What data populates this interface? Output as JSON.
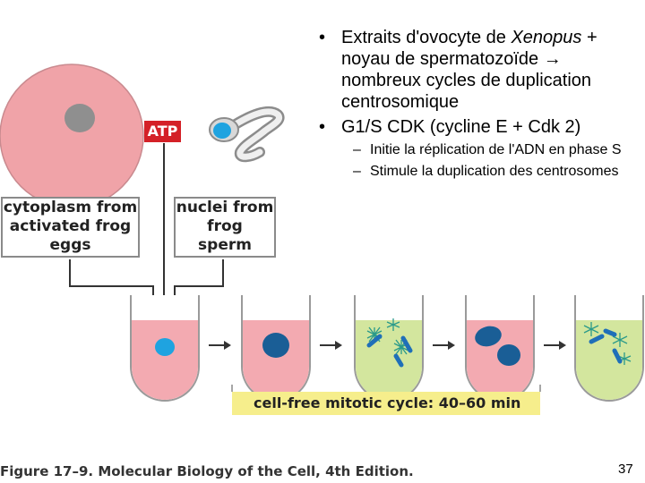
{
  "bullets": {
    "b1": {
      "text": "Extraits d'ovocyte de ",
      "italic": "Xenopus",
      "text2": " + noyau de spermatozoïde → nombreux cycles de duplication centrosomique"
    },
    "b2": "G1/S CDK (cycline E + Cdk 2)",
    "sub1": "Initie la réplication de l'ADN en phase S",
    "sub2": "Stimule la duplication des centrosomes"
  },
  "labels": {
    "cytoplasm": [
      "cytoplasm from",
      "activated  frog",
      "eggs"
    ],
    "nuclei": [
      "nuclei from",
      "frog",
      "sperm"
    ],
    "atp": "ATP"
  },
  "cycle_bar": "cell-free mitotic cycle: 40–60 min",
  "caption": "Figure 17–9. Molecular Biology of the Cell, 4th Edition.",
  "page_number": "37",
  "colors": {
    "egg": "#f0a3a8",
    "egg_nucleus": "#8f8f8f",
    "tube_fill_pink": "#f3aab1",
    "tube_fill_green": "#d3e69e",
    "nucleus_light": "#1fa3e0",
    "nucleus_dark": "#1a5e96",
    "atp_red": "#d42027",
    "bar_yellow": "#f6ee8c"
  }
}
